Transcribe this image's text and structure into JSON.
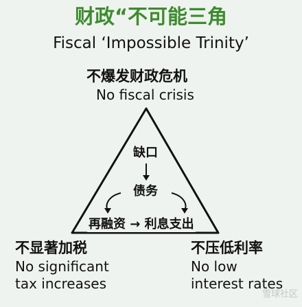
{
  "title_cn": {
    "prefix": "财政",
    "rest": "“不可能三角"
  },
  "title_en": "Fiscal ‘Impossible Trinity’",
  "top_goal": {
    "cn": "不爆发财政危机",
    "en": "No fiscal crisis"
  },
  "left_goal": {
    "cn": "不显著加税",
    "en_line1": "No significant",
    "en_line2": "tax increases"
  },
  "right_goal": {
    "cn": "不压低利率",
    "en_line1": "No low",
    "en_line2": "interest rates"
  },
  "flow": {
    "deficit": "缺口",
    "debt": "债务",
    "bottom": "再融资 → 利息支出"
  },
  "watermark": "雪球社区",
  "colors": {
    "title_green": "#3d8b2f",
    "background": "#eff3ef",
    "line": "#111111"
  }
}
